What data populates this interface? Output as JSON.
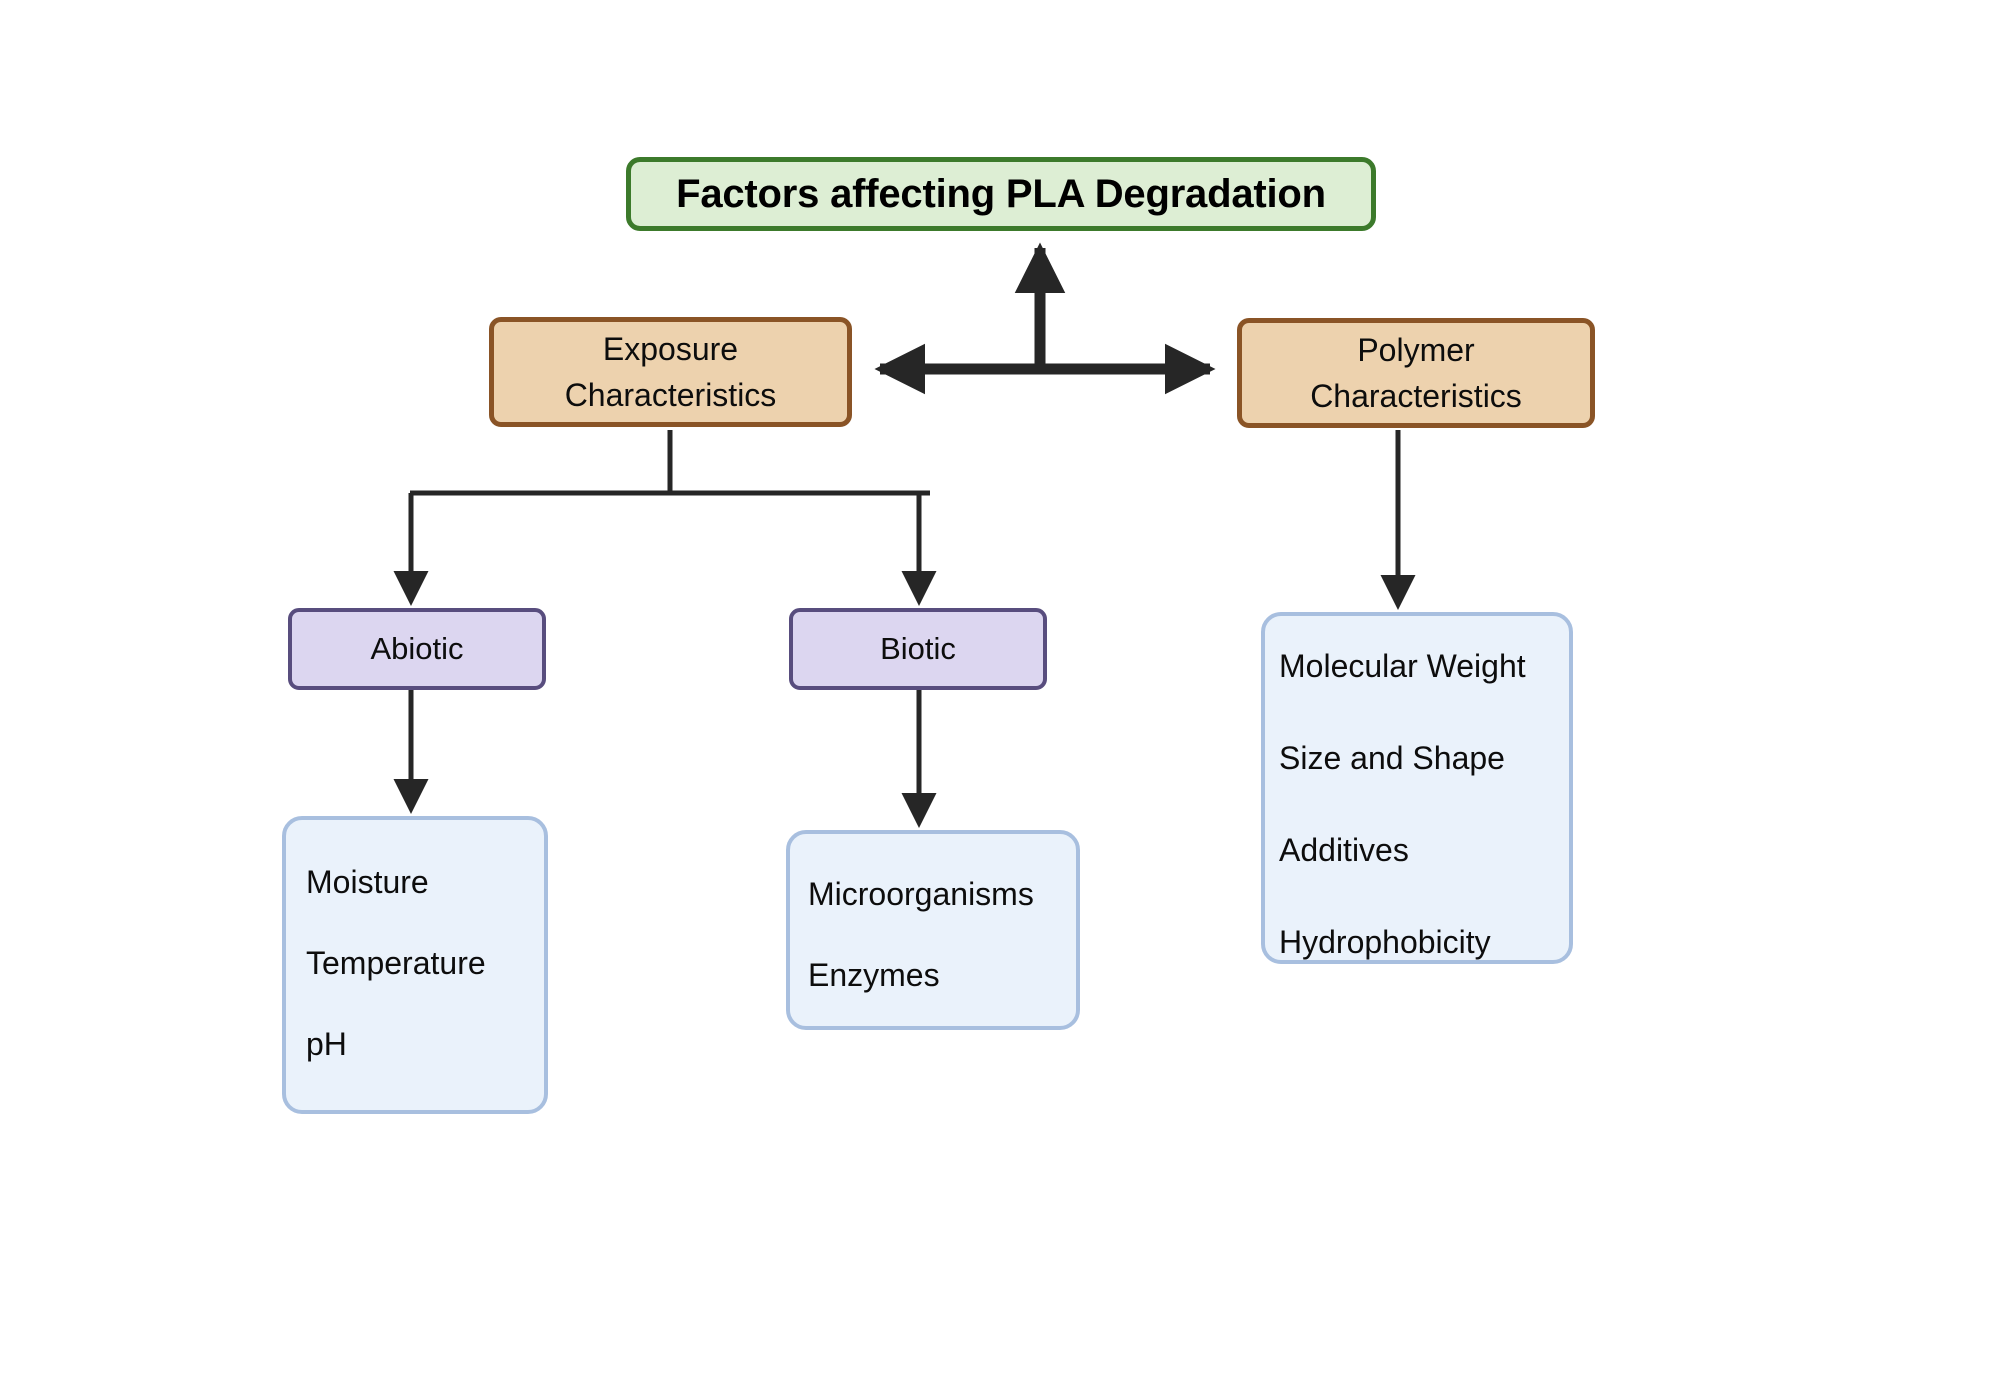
{
  "diagram": {
    "title": "Factors affecting PLA Degradation",
    "background_color": "#ffffff",
    "edge_color": "#262626"
  },
  "root": {
    "label": "Factors affecting PLA Degradation",
    "fill": "#ddeed4",
    "stroke": "#3c7a2b"
  },
  "branches": {
    "exposure": {
      "line1": "Exposure",
      "line2": "Characteristics",
      "fill": "#edd2ae",
      "stroke": "#8a5426"
    },
    "polymer": {
      "line1": "Polymer",
      "line2": "Characteristics",
      "fill": "#edd2ae",
      "stroke": "#8a5426"
    }
  },
  "subbranches": {
    "abiotic": {
      "label": "Abiotic",
      "fill": "#dcd6f0",
      "stroke": "#584d7e"
    },
    "biotic": {
      "label": "Biotic",
      "fill": "#dcd6f0",
      "stroke": "#584d7e"
    }
  },
  "leaves": {
    "abiotic_factors": {
      "fill": "#eaf2fb",
      "stroke": "#a8bfdf",
      "items": [
        "Moisture",
        "Temperature",
        "pH"
      ]
    },
    "biotic_factors": {
      "fill": "#eaf2fb",
      "stroke": "#a8bfdf",
      "items": [
        "Microorganisms",
        "Enzymes"
      ]
    },
    "polymer_factors": {
      "fill": "#eaf2fb",
      "stroke": "#a8bfdf",
      "items": [
        "Molecular Weight",
        "Size and Shape",
        "Additives",
        "Hydrophobicity"
      ]
    }
  }
}
